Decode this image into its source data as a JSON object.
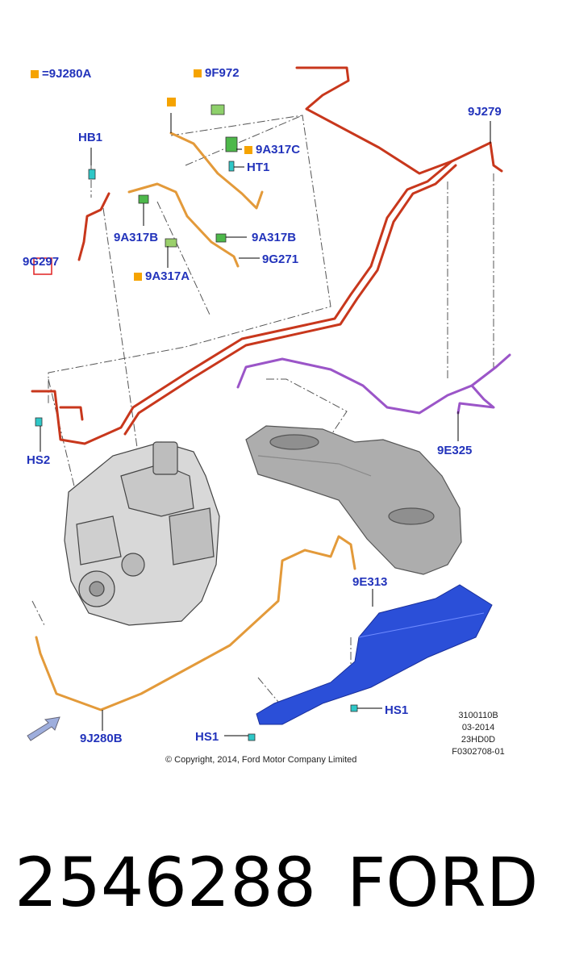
{
  "labels": {
    "legend_eq": "=",
    "legend_code": "9J280A",
    "f972": "9F972",
    "j279": "9J279",
    "hb1": "HB1",
    "a317c": "9A317C",
    "ht1": "HT1",
    "a317b_left": "9A317B",
    "a317b_right": "9A317B",
    "g297": "9G297",
    "g271": "9G271",
    "a317a": "9A317A",
    "hs2": "HS2",
    "e325": "9E325",
    "e313": "9E313",
    "hs1_right": "HS1",
    "hs1_left": "HS1",
    "j280b": "9J280B"
  },
  "drawing_meta": [
    "3100110B",
    "03-2014",
    "23HD0D",
    "F0302708-01"
  ],
  "copyright": "© Copyright, 2014, Ford Motor Company Limited",
  "part_number": "2546288",
  "brand": "FORD",
  "colors": {
    "label_blue": "#2233bb",
    "marker_orange": "#f5a300",
    "fuel_line_red": "#c8371c",
    "vapor_line_purple": "#9b55c8",
    "fill_line_orange": "#e39a3a",
    "shield_blue": "#2b4fd8",
    "tank_gray": "#a9a9a9"
  }
}
